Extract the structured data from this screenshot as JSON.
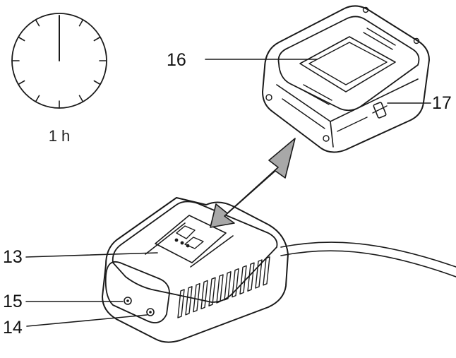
{
  "figure": {
    "clock": {
      "label": "1 h",
      "hours_indicated": 1
    },
    "callouts": [
      {
        "id": "16",
        "label": "16",
        "part": "battery-pack"
      },
      {
        "id": "17",
        "label": "17",
        "part": "battery-release-button"
      },
      {
        "id": "13",
        "label": "13",
        "part": "charger-battery-slot"
      },
      {
        "id": "15",
        "label": "15",
        "part": "charger-indicator-led"
      },
      {
        "id": "14",
        "label": "14",
        "part": "charger-indicator-led"
      }
    ]
  },
  "colors": {
    "line": "#1a1a1a",
    "arrow_fill": "#a8a8a8",
    "background": "#ffffff"
  }
}
